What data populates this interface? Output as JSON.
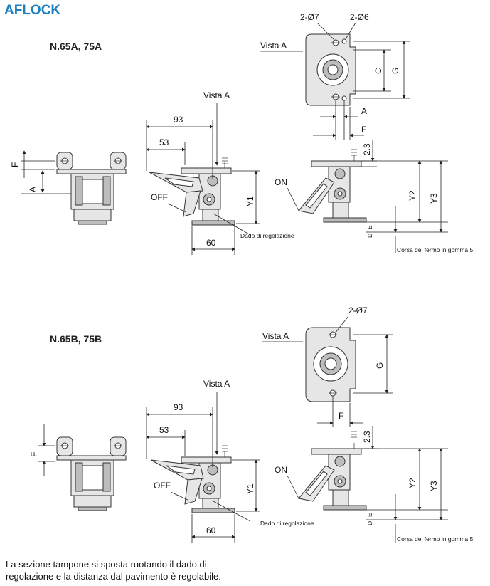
{
  "title": "AFLOCK",
  "sections": [
    {
      "variant": "N.65A, 75A",
      "view_label": "Vista A",
      "view_ref": "Vista A",
      "holes_1": "2-Ø7",
      "holes_2": "2-Ø6",
      "dims": {
        "C": "C",
        "G": "G",
        "A": "A",
        "F": "F",
        "d93": "93",
        "d53": "53",
        "d60": "60",
        "d23": "2.3",
        "Y1": "Y1",
        "Y2": "Y2",
        "Y3": "Y3",
        "E": "E",
        "D": "D"
      },
      "off_label": "OFF",
      "on_label": "ON",
      "nut_label": "Dado di regolazione",
      "stroke_label": "Corsa del fermo in gomma 5"
    },
    {
      "variant": "N.65B, 75B",
      "view_label": "Vista A",
      "view_ref": "Vista A",
      "holes_1": "2-Ø7",
      "dims": {
        "G": "G",
        "F": "F",
        "d93": "93",
        "d53": "53",
        "d60": "60",
        "d23": "2.3",
        "Y1": "Y1",
        "Y2": "Y2",
        "Y3": "Y3",
        "E": "E",
        "D": "D"
      },
      "off_label": "OFF",
      "on_label": "ON",
      "nut_label": "Dado di regolazione",
      "stroke_label": "Corsa del fermo in gomma 5"
    }
  ],
  "footnote": "La sezione tampone si sposta ruotando il dado di regolazione e la distanza dal pavimento è regolabile."
}
